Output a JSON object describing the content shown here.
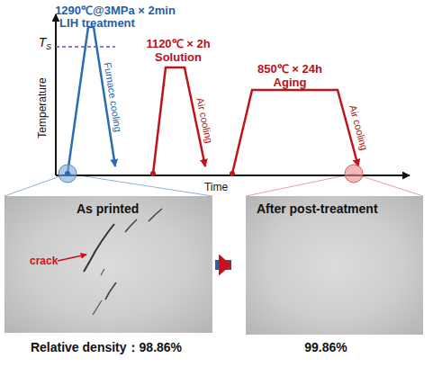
{
  "diagram": {
    "nodes": [
      {
        "text": [
          "As printed",
          "crack"
        ]
      },
      {
        "text": [
          "After post-treatment"
        ]
      }
    ],
    "edges": [
      {
        "from": 0,
        "to": 1,
        "arrow": "to"
      }
    ],
    "labels": [
      "1290℃@3MPa × 2min",
      "LIH treatment",
      "T",
      "S",
      "Furnace cooling",
      "1120℃ × 2h",
      "Solution",
      "Air cooling",
      "850℃ × 24h",
      "Aging",
      "Air cooling",
      "Temperature",
      "Time",
      "Relative density：98.86%",
      "99.86%"
    ]
  }
}
